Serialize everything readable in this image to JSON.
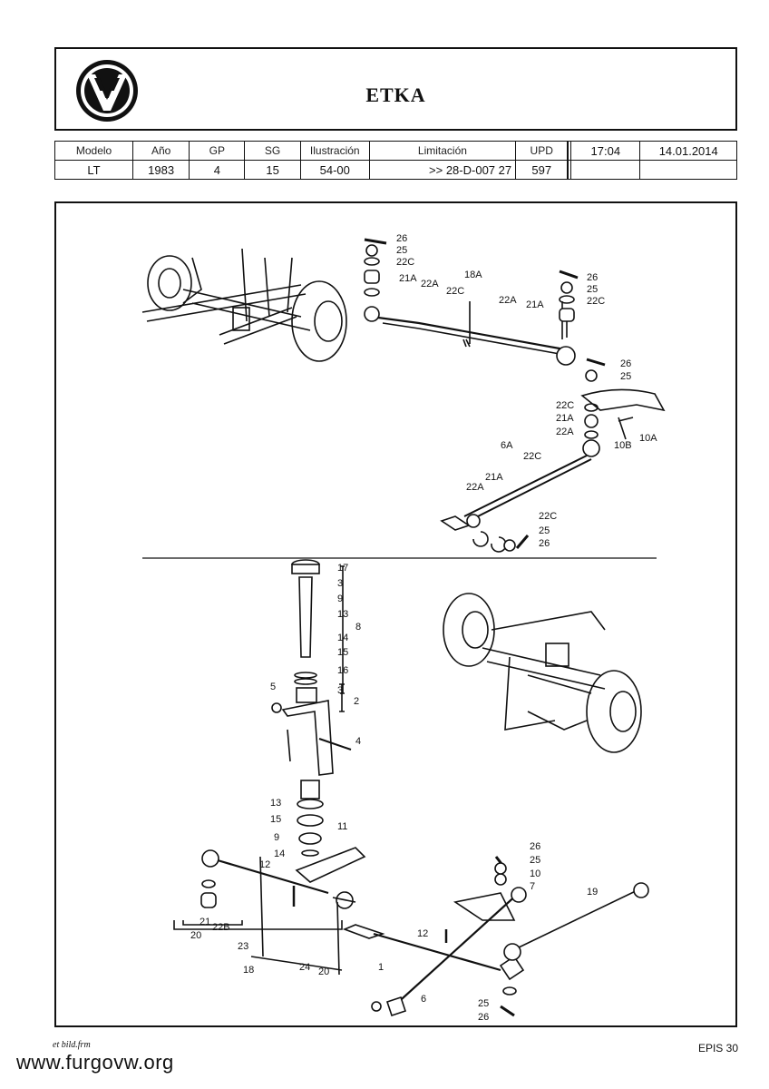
{
  "header": {
    "title": "ETKA",
    "logo": "vw-logo"
  },
  "meta": {
    "labels": [
      "Modelo",
      "Año",
      "GP",
      "SG",
      "Ilustración",
      "Limitación",
      "UPD",
      "17:04",
      "14.01.2014"
    ],
    "values": [
      "LT",
      "1983",
      "4",
      "15",
      "54-00",
      ">> 28-D-007 27",
      "597",
      "",
      ""
    ]
  },
  "callouts": {
    "top_a": [
      "26",
      "25",
      "22C",
      "21A",
      "22A",
      "22C",
      "18A",
      "22A",
      "21A",
      "26",
      "25",
      "22C"
    ],
    "top_b": [
      "26",
      "25",
      "22C",
      "21A",
      "22A",
      "10B",
      "10A",
      "6A",
      "22C",
      "21A",
      "22A",
      "22C",
      "25",
      "26"
    ],
    "bottom_stack": [
      "17",
      "3",
      "9",
      "13",
      "14",
      "15",
      "16",
      "3",
      "8",
      "2",
      "5",
      "4"
    ],
    "bottom_left": [
      "13",
      "15",
      "9",
      "14",
      "11",
      "12",
      "21",
      "22B",
      "20",
      "23",
      "18",
      "24",
      "20",
      "1"
    ],
    "bottom_right": [
      "26",
      "25",
      "10",
      "7",
      "19",
      "12",
      "6",
      "25",
      "26"
    ]
  },
  "footer": {
    "left": "et bild.frm",
    "watermark": "www.furgovw.org",
    "right": "EPIS 30"
  }
}
